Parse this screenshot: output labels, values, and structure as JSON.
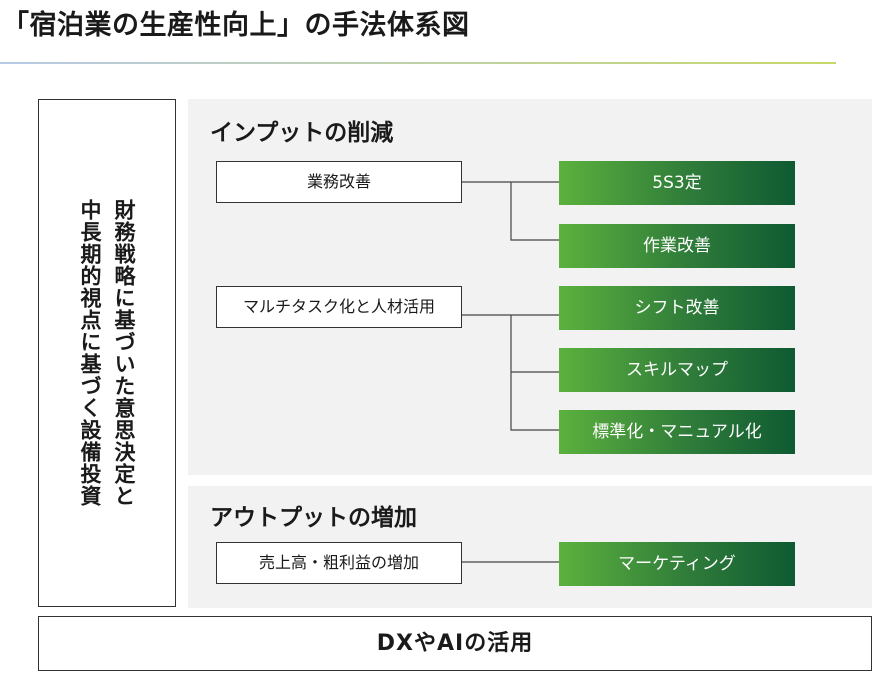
{
  "title": "「宿泊業の生産性向上」の手法体系図",
  "left_label_right": "財務戦略に基づいた意思決定と",
  "left_label_left": "中長期的視点に基づく設備投資",
  "input": {
    "title": "インプットの削減",
    "groups": [
      {
        "source": "業務改善",
        "methods": [
          "5S3定",
          "作業改善"
        ]
      },
      {
        "source": "マルチタスク化と人材活用",
        "methods": [
          "シフト改善",
          "スキルマップ",
          "標準化・マニュアル化"
        ]
      }
    ]
  },
  "output": {
    "title": "アウトプットの増加",
    "groups": [
      {
        "source": "売上高・粗利益の増加",
        "methods": [
          "マーケティング"
        ]
      }
    ]
  },
  "bottom": "DXやAIの活用"
}
